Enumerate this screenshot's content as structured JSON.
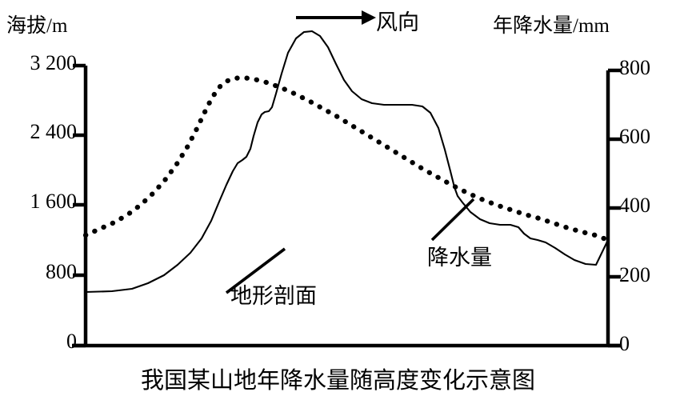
{
  "figure": {
    "caption": "我国某山地年降水量随高度变化示意图",
    "left_axis_title": "海拔/m",
    "right_axis_title": "年降水量/mm",
    "wind_label": "风向",
    "terrain_label": "地形剖面",
    "precip_label": "降水量",
    "line_color": "#000000",
    "background": "#ffffff"
  },
  "chart_data": {
    "type": "line",
    "title": "我国某山地年降水量随高度变化示意图",
    "xlabel": "",
    "ylabel": "海拔/m",
    "y2label": "年降水量/mm",
    "grid": false,
    "legend": "inline-annotations",
    "annotations": [
      {
        "text": "风向",
        "type": "arrow",
        "direction": "left-to-right",
        "note": "windward side is the left slope"
      },
      {
        "text": "地形剖面",
        "type": "leader-line",
        "target_series": "地形剖面"
      },
      {
        "text": "降水量",
        "type": "leader-line",
        "target_series": "降水量"
      }
    ],
    "axes": {
      "left": {
        "label": "海拔/m",
        "ticks": [
          0,
          800,
          1600,
          2400,
          3200
        ],
        "tick_labels": [
          "0",
          "800",
          "1 600",
          "2 400",
          "3 200"
        ],
        "ylim": [
          0,
          3550
        ],
        "units": "m"
      },
      "right": {
        "label": "年降水量/mm",
        "ticks": [
          0,
          200,
          400,
          600,
          800
        ],
        "tick_labels": [
          "0",
          "200",
          "400",
          "600",
          "800"
        ],
        "ylim": [
          0,
          890
        ],
        "units": "mm"
      },
      "x": {
        "label": "",
        "ticks": [],
        "note": "horizontal distance across the mountain, windward (left) to leeward (right)"
      }
    },
    "series": [
      {
        "name": "地形剖面",
        "name_en": "terrain profile",
        "style": "solid",
        "axis": "left",
        "units": "m",
        "x": [
          0,
          3,
          8,
          13,
          18,
          23,
          27,
          31,
          34,
          37,
          40,
          43,
          46,
          48,
          50,
          52,
          54,
          56,
          58,
          60,
          62,
          65,
          68,
          72,
          76,
          80,
          84,
          88,
          92,
          96,
          100
        ],
        "values": [
          600,
          600,
          620,
          660,
          720,
          800,
          900,
          1020,
          1180,
          1380,
          1560,
          1800,
          2080,
          2300,
          2480,
          2560,
          2900,
          3200,
          3400,
          3380,
          3260,
          3000,
          2720,
          2660,
          2650,
          2600,
          2150,
          1700,
          1560,
          1480,
          1020
        ]
      },
      {
        "name": "降水量",
        "name_en": "annual precipitation",
        "style": "dotted",
        "axis": "right",
        "units": "mm",
        "x": [
          0,
          5,
          10,
          15,
          20,
          25,
          28,
          31,
          34,
          38,
          42,
          46,
          50,
          55,
          60,
          65,
          70,
          75,
          80,
          85,
          90,
          95,
          100
        ],
        "values": [
          300,
          330,
          380,
          450,
          540,
          640,
          720,
          748,
          750,
          740,
          725,
          700,
          680,
          650,
          610,
          570,
          530,
          490,
          450,
          415,
          395,
          350,
          300
        ]
      }
    ]
  }
}
